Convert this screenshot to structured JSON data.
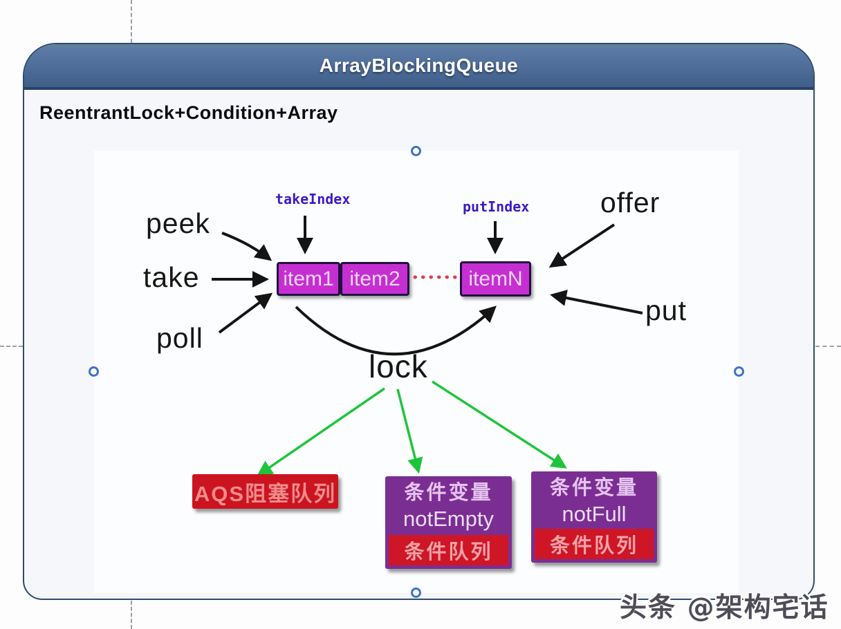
{
  "page": {
    "watermark": "头条 @架构宅话"
  },
  "card": {
    "title": "ArrayBlockingQueue",
    "subtitle": "ReentrantLock+Condition+Array"
  },
  "diagram": {
    "take_index_label": "takeIndex",
    "put_index_label": "putIndex",
    "cells": [
      {
        "label": "item1"
      },
      {
        "label": "item2"
      },
      {
        "label": "itemN"
      }
    ],
    "ops": {
      "peek": "peek",
      "take": "take",
      "poll": "poll",
      "offer": "offer",
      "put": "put"
    },
    "lock_label": "lock",
    "boxes": {
      "aqs": {
        "label": "AQS阻塞队列"
      },
      "not_empty": {
        "title": "条件变量",
        "name": "notEmpty",
        "queue": "条件队列"
      },
      "not_full": {
        "title": "条件变量",
        "name": "notFull",
        "queue": "条件队列"
      }
    }
  },
  "colors": {
    "header_top": "#5a79a4",
    "header_bottom": "#3f5e88",
    "cell_magenta": "#c52fd2",
    "box_red": "#cb1420",
    "box_purple": "#7b2e92",
    "arrow_black": "#141414",
    "arrow_green": "#1ec43a",
    "dotted_red": "#e23b4c",
    "index_indigo": "#3a1ac6"
  }
}
